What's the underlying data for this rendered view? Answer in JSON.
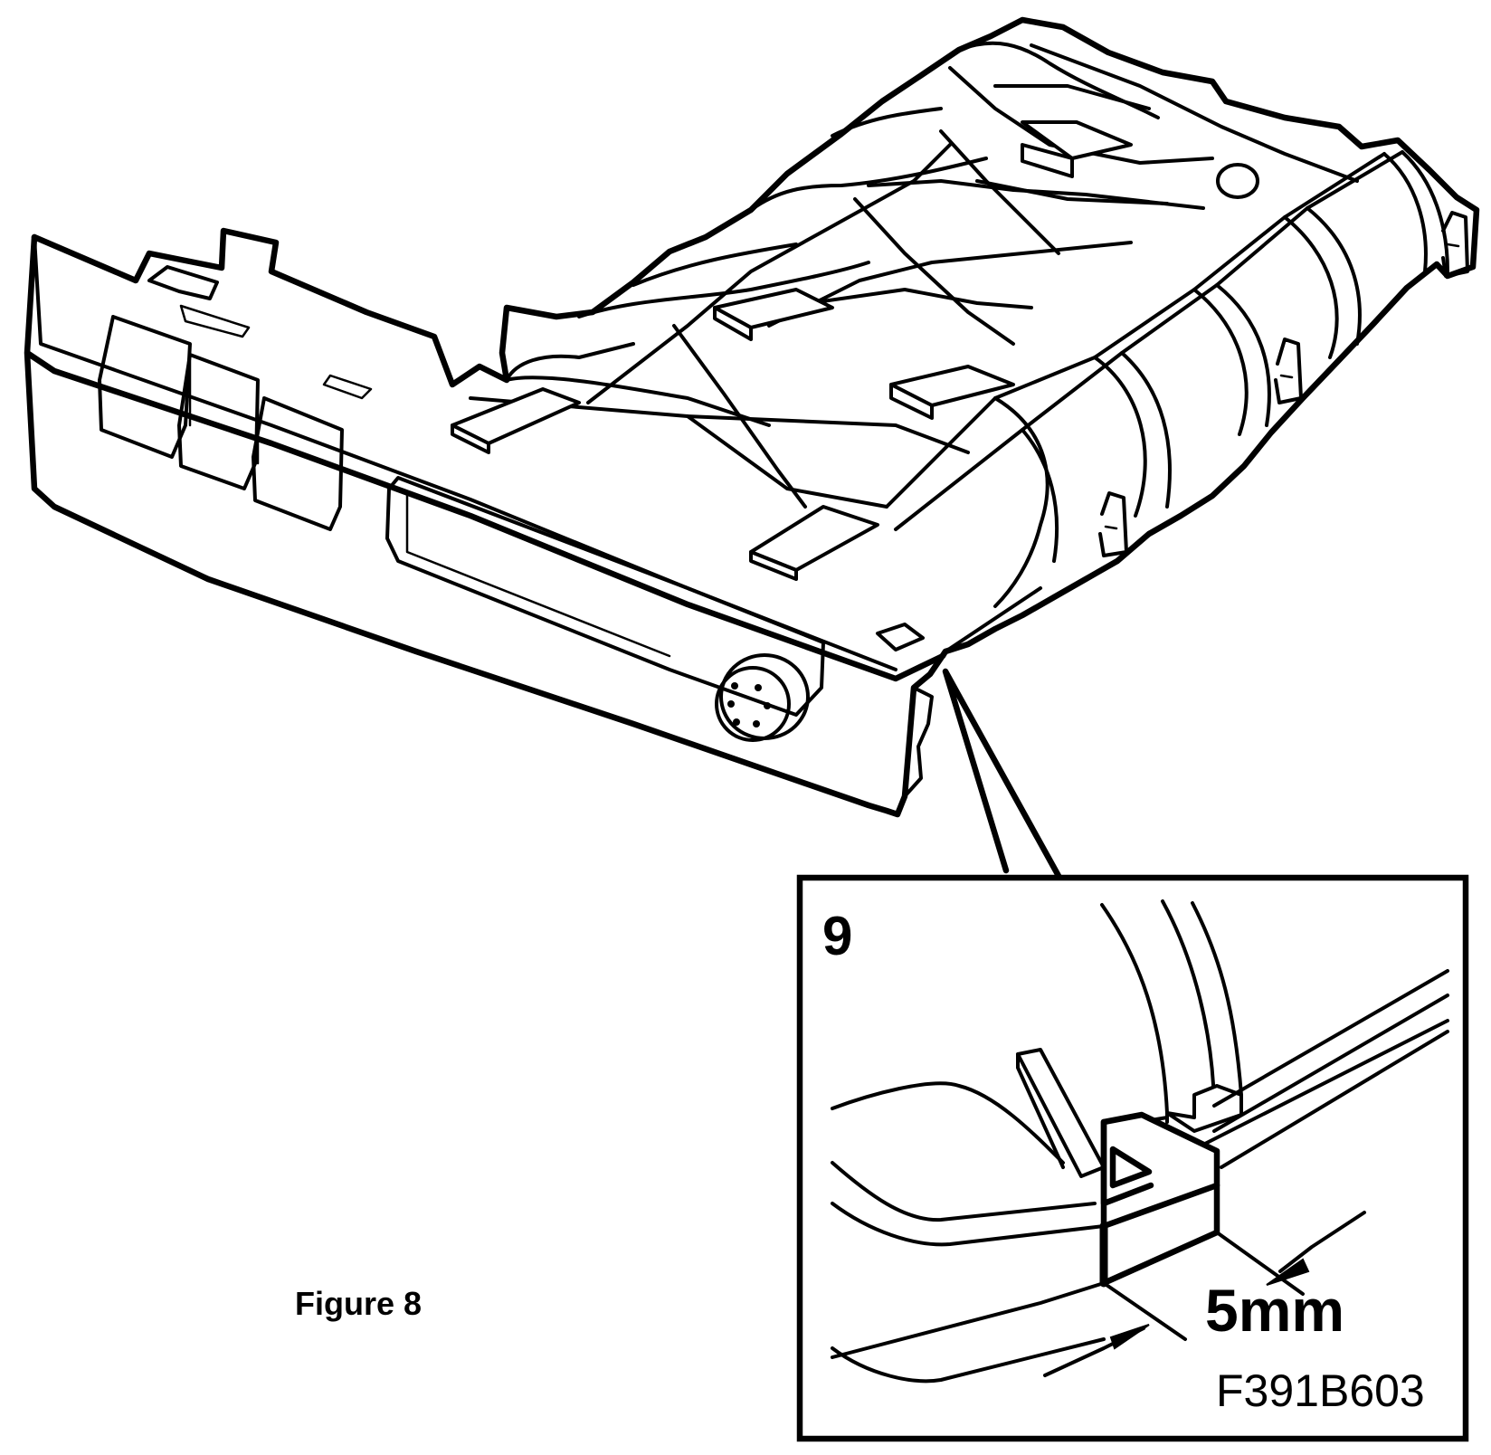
{
  "figure": {
    "caption": "Figure 8",
    "drawing_code": "F391B603"
  },
  "detail": {
    "number": "9",
    "dimension": "5mm"
  }
}
